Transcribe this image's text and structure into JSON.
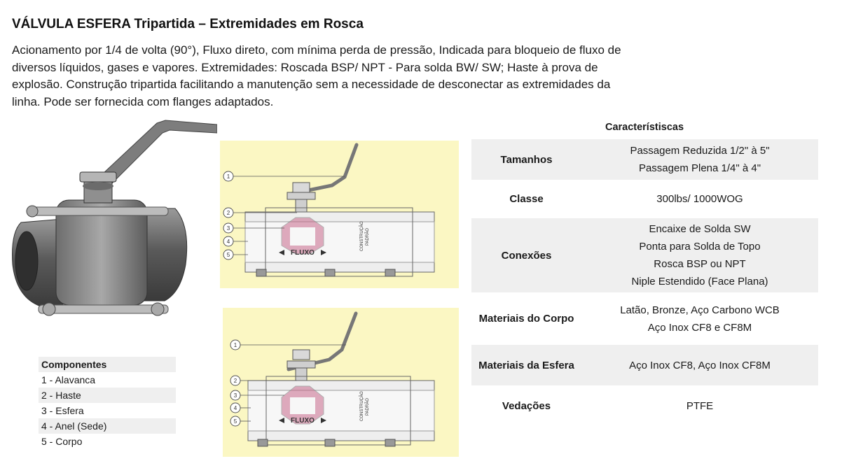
{
  "title": "VÁLVULA ESFERA Tripartida – Extremidades em Rosca",
  "description": "Acionamento por 1/4 de volta (90°), Fluxo direto, com mínima perda de pressão, Indicada para bloqueio de fluxo de diversos líquidos, gases e vapores. Extremidades: Roscada BSP/ NPT - Para solda BW/ SW; Haste à prova de explosão. Construção tripartida facilitando a manutenção sem a necessidade de desconectar as extremidades da linha. Pode ser fornecida com flanges adaptados.",
  "diagram": {
    "markers": [
      "1",
      "2",
      "3",
      "4",
      "5"
    ],
    "flow_label": "FLUXO",
    "side_label_1": "CONSTRUÇÃO",
    "side_label_2": "PADRÃO",
    "background": "#fbf7c3"
  },
  "components": {
    "header": "Componentes",
    "items": [
      "1 - Alavanca",
      "2 - Haste",
      "3 - Esfera",
      "4 - Anel (Sede)",
      "5 - Corpo"
    ]
  },
  "specs": {
    "title": "Característiscas",
    "rows": [
      {
        "key": "Tamanhos",
        "values": [
          "Passagem Reduzida 1/2\" à 5\"",
          "Passagem Plena 1/4\" à 4\""
        ]
      },
      {
        "key": "Classe",
        "values": [
          "300lbs/ 1000WOG"
        ]
      },
      {
        "key": "Conexões",
        "values": [
          "Encaixe de Solda SW",
          "Ponta para Solda de Topo",
          "Rosca BSP ou NPT",
          "Niple Estendido (Face Plana)"
        ]
      },
      {
        "key": "Materiais do Corpo",
        "values": [
          "Latão, Bronze, Aço Carbono WCB",
          "Aço Inox CF8 e CF8M"
        ]
      },
      {
        "key": "Materiais da Esfera",
        "values": [
          "Aço Inox CF8, Aço Inox CF8M"
        ]
      },
      {
        "key": "Vedações",
        "values": [
          "PTFE"
        ]
      }
    ]
  }
}
